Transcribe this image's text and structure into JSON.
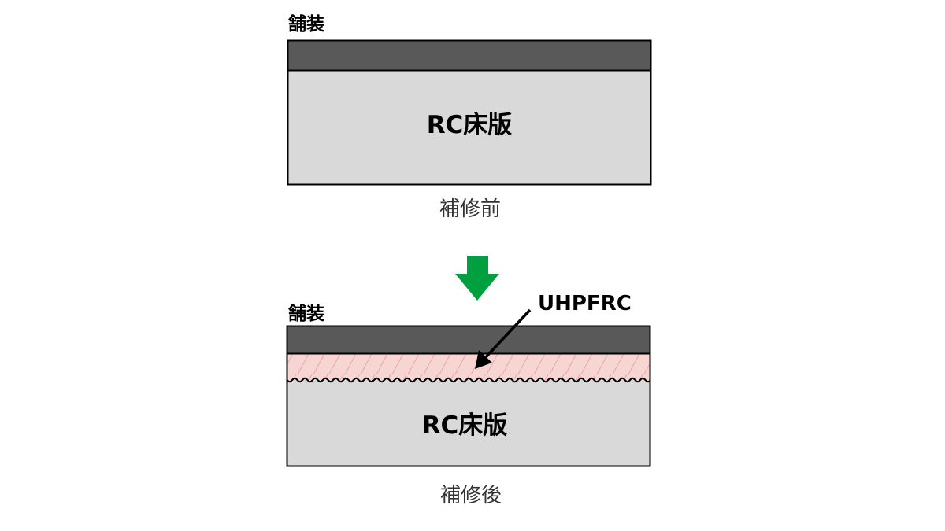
{
  "before": {
    "pavement_label": "舗装",
    "slab_label": "RC床版",
    "caption": "補修前"
  },
  "after": {
    "pavement_label": "舗装",
    "slab_label": "RC床版",
    "caption": "補修後",
    "uhpfrc_label": "UHPFRC"
  },
  "colors": {
    "pavement": "#595959",
    "slab": "#d9d9d9",
    "uhpfrc_fill": "#f6d5d3",
    "uhpfrc_hatch": "#e8a8a4",
    "arrow": "#00a040",
    "outline": "#000000"
  }
}
